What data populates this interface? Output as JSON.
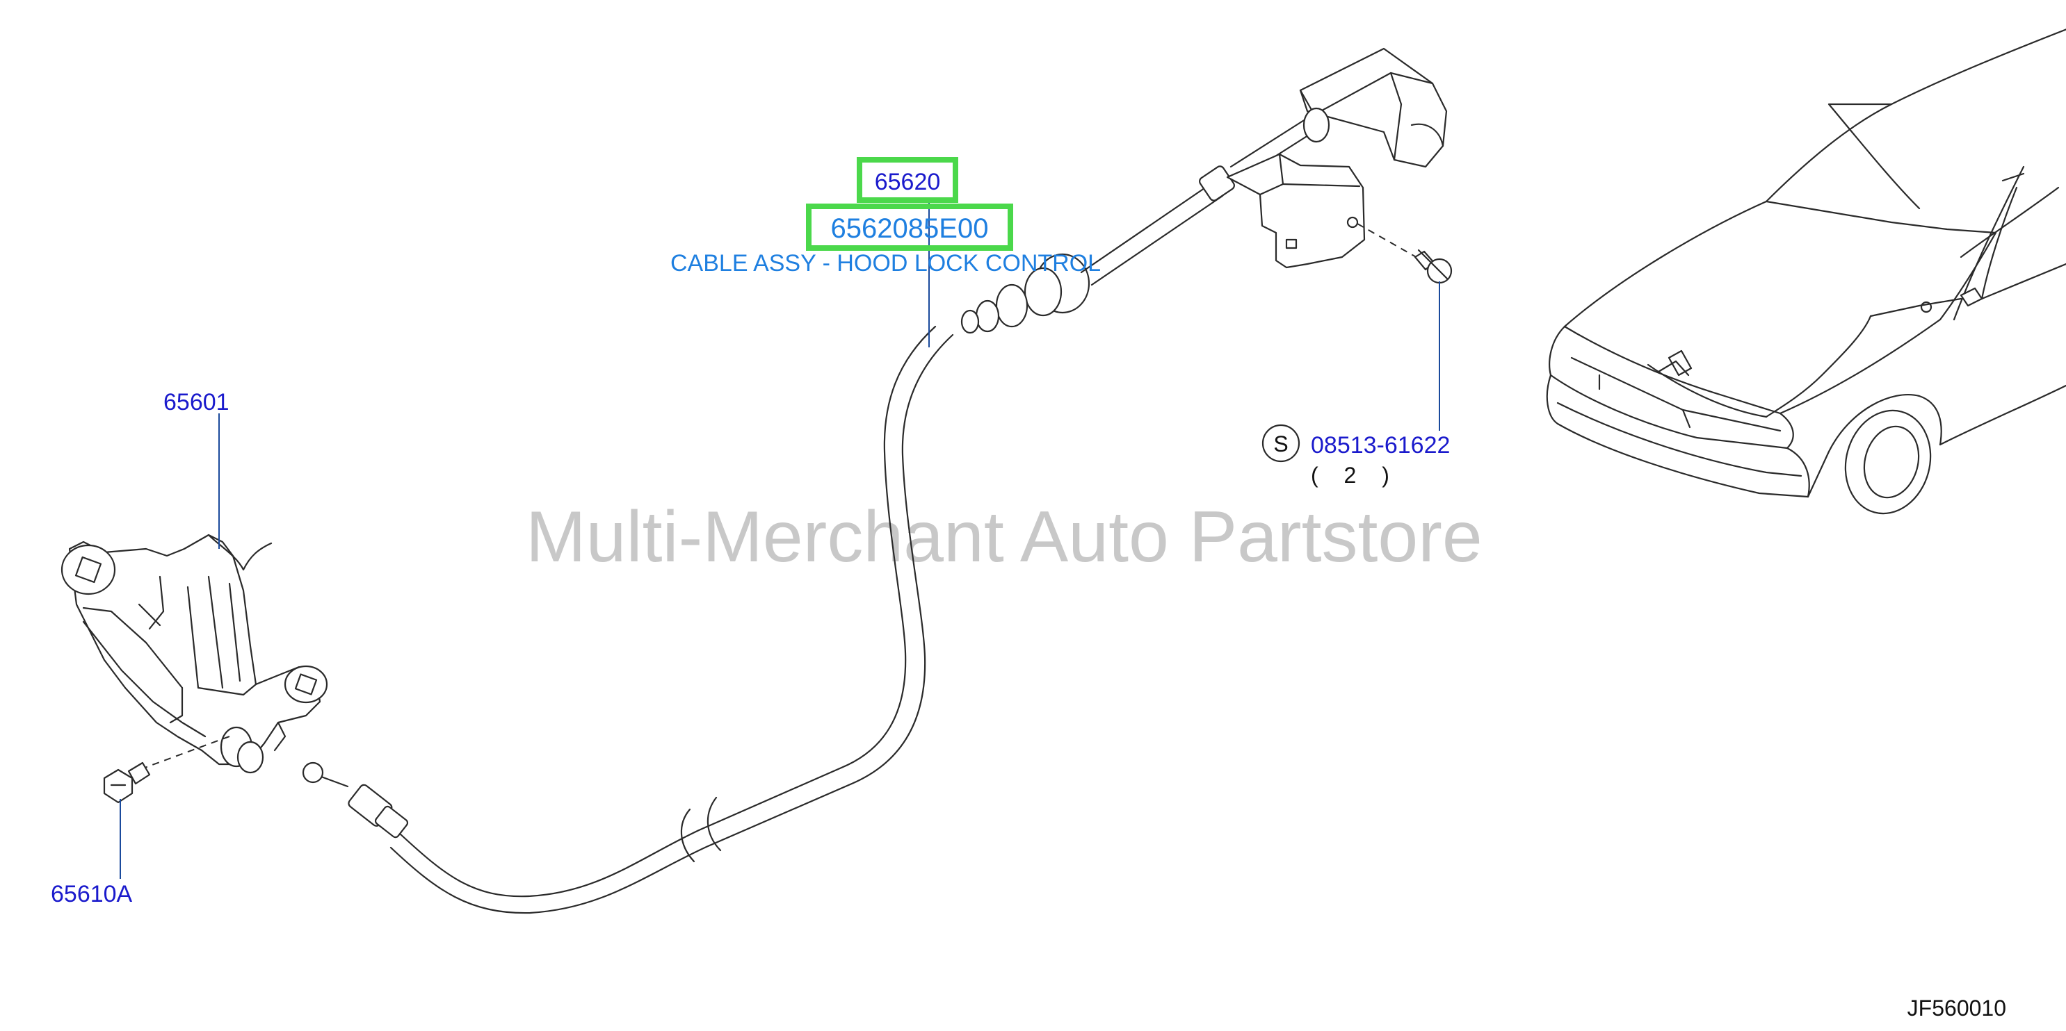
{
  "labels": {
    "part_65620": "65620",
    "part_number_highlight": "6562085E00",
    "part_description": "CABLE ASSY - HOOD LOCK CONTROL",
    "part_65601": "65601",
    "part_65610a": "65610A",
    "standard_symbol": "S",
    "part_08513": "08513-61622",
    "quantity": "( 2 )"
  },
  "watermark": "Multi-Merchant Auto Partstore",
  "diagram_code": "JF560010",
  "colors": {
    "label_blue": "#1a1acc",
    "description_blue": "#1e7fe0",
    "highlight_green": "#4bd84b",
    "watermark_gray": "#c8c8c8"
  }
}
